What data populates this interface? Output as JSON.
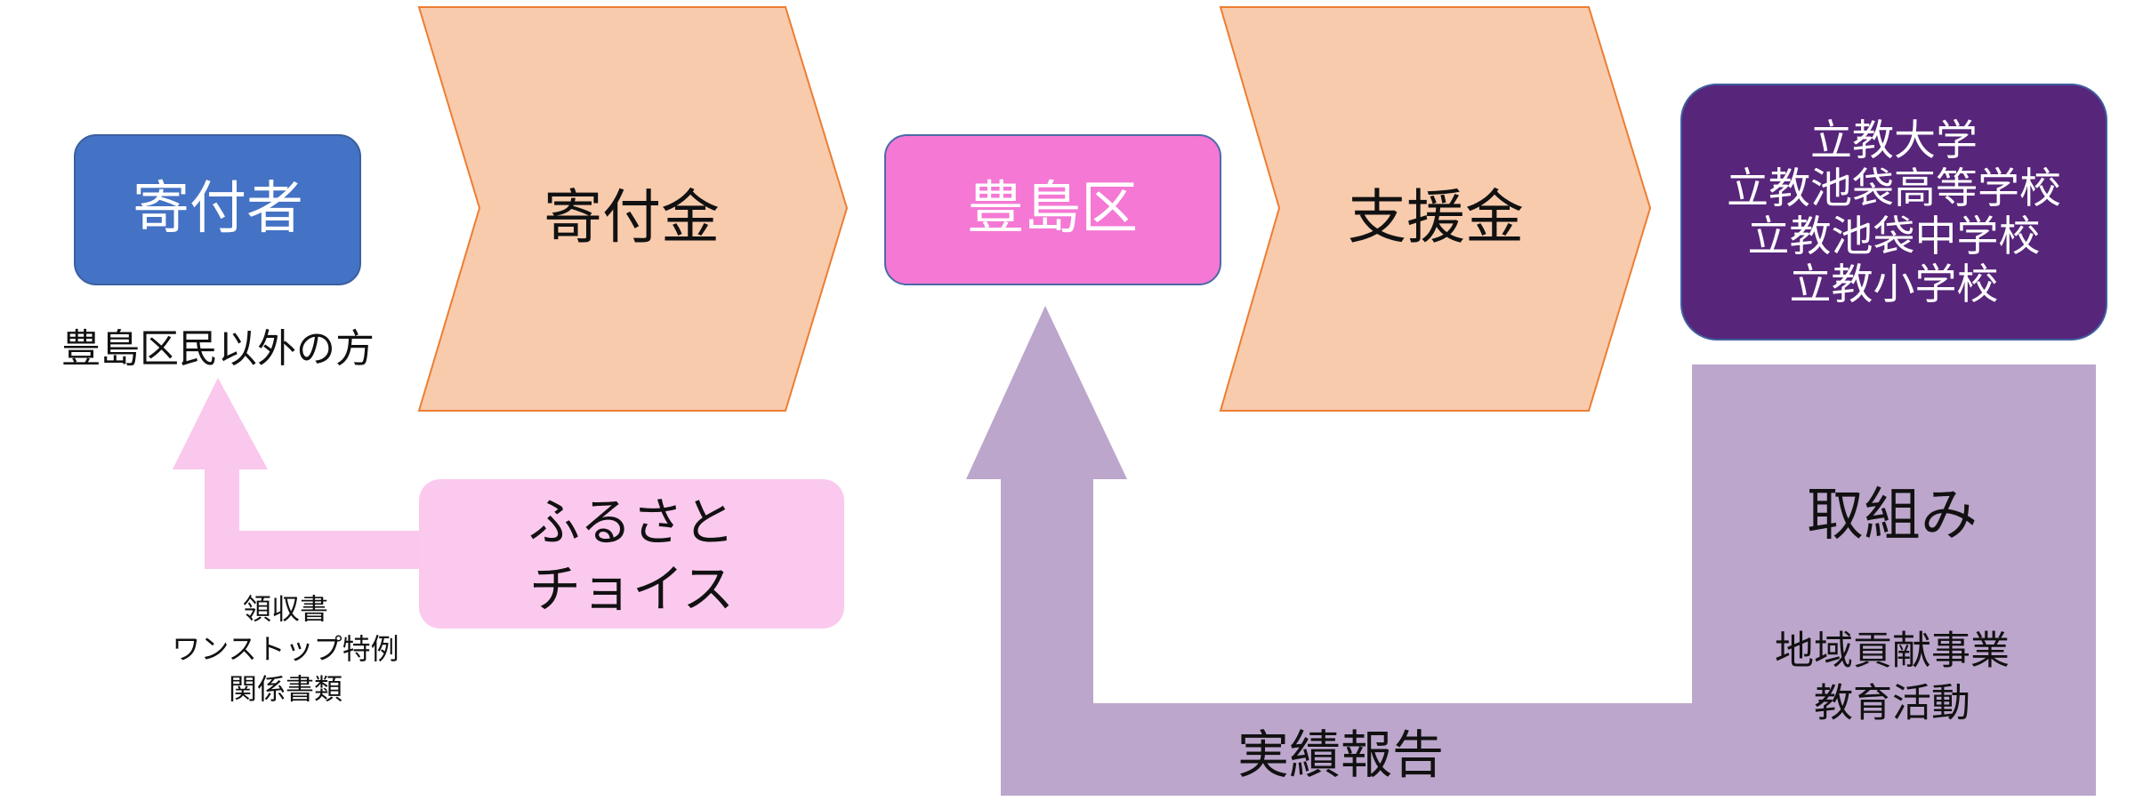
{
  "donor": {
    "label": "寄付者",
    "note": "豊島区民以外の方"
  },
  "flow1": {
    "label": "寄付金"
  },
  "ward": {
    "label": "豊島区"
  },
  "flow2": {
    "label": "支援金"
  },
  "schools": {
    "lines": [
      "立教大学",
      "立教池袋高等学校",
      "立教池袋中学校",
      "立教小学校"
    ]
  },
  "furusato": {
    "lines": [
      "ふるさと",
      "チョイス"
    ]
  },
  "documents": {
    "lines": [
      "領収書",
      "ワンストップ特例",
      "関係書類"
    ]
  },
  "activities": {
    "title": "取組み",
    "lines": [
      "地域貢献事業",
      "教育活動"
    ]
  },
  "report": {
    "label": "実績報告"
  },
  "colors": {
    "donor": "#4472c4",
    "chevron_fill": "#f8cbad",
    "chevron_stroke": "#ed7d31",
    "ward": "#f478d4",
    "schools": "#57257a",
    "report_arrow": "#bca6cb",
    "furusato": "#fbc9ee"
  }
}
